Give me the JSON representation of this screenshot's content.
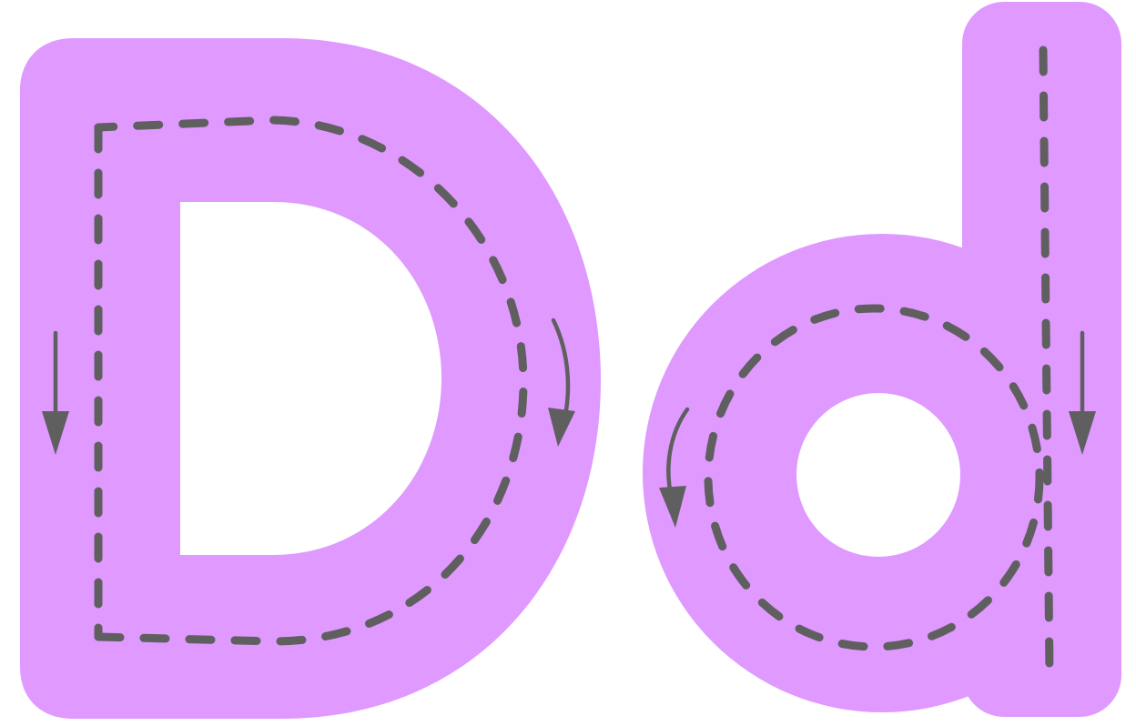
{
  "worksheet": {
    "subject": "letter tracing",
    "letters": [
      "D",
      "d"
    ],
    "colors": {
      "background": "#ffffff",
      "letter_fill": "#df99ff",
      "guide_stroke": "#5f5f5f",
      "arrow": "#5f5f5f"
    },
    "icons": [
      "down-arrow-icon",
      "curved-arrow-clockwise-icon",
      "curved-arrow-counterclockwise-icon"
    ]
  }
}
